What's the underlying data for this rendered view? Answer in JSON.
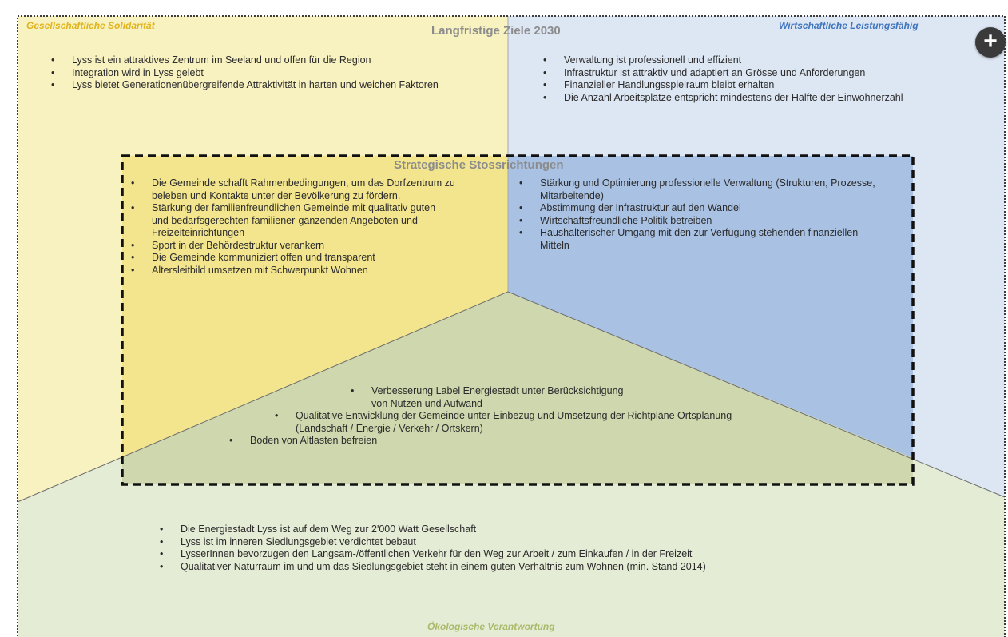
{
  "labels": {
    "social_title": "Gesellschaftliche Solidarität",
    "economic_title": "Wirtschaftliche Leistungsfähig",
    "ecological_title": "Ökologische Verantwortung",
    "main_title": "Langfristige Ziele 2030",
    "strategic_title": "Strategische Stossrichtungen"
  },
  "goals": {
    "social": [
      "Lyss ist ein attraktives Zentrum im Seeland und offen für die Region",
      "Integration wird in Lyss gelebt",
      "Lyss bietet Generationenübergreifende Attraktivität in harten und weichen Faktoren"
    ],
    "economic": [
      "Verwaltung ist professionell und effizient",
      "Infrastruktur ist attraktiv und adaptiert an Grösse und Anforderungen",
      "Finanzieller Handlungsspielraum bleibt erhalten",
      "Die Anzahl Arbeitsplätze entspricht mindestens der Hälfte der Einwohnerzahl"
    ],
    "ecological": [
      "Die Energiestadt Lyss ist auf dem Weg zur 2'000 Watt Gesellschaft",
      "Lyss ist im inneren Siedlungsgebiet verdichtet bebaut",
      "LysserInnen bevorzugen den Langsam-/öffentlichen Verkehr für den Weg zur Arbeit / zum Einkaufen / in der Freizeit",
      "Qualitativer Naturraum im und um das Siedlungsgebiet steht in einem guten Verhältnis zum Wohnen (min. Stand 2014)"
    ]
  },
  "strategies": {
    "social": [
      "Die Gemeinde schafft Rahmenbedingungen, um das Dorfzentrum zu beleben und Kontakte unter der Bevölkerung zu fördern.",
      "Stärkung der familienfreundlichen Gemeinde mit qualitativ guten und bedarfsgerechten familiener-gänzenden Angeboten und Freizeiteinrichtungen",
      "Sport in der Behördestruktur verankern",
      "Die Gemeinde kommuniziert offen und transparent",
      "Altersleitbild umsetzen mit Schwerpunkt Wohnen"
    ],
    "economic": [
      "Stärkung und Optimierung professionelle Verwaltung (Strukturen, Prozesse, Mitarbeitende)",
      "Abstimmung der Infrastruktur auf den Wandel",
      "Wirtschaftsfreundliche Politik betreiben",
      "Haushälterischer Umgang mit den zur Verfügung stehenden finanziellen Mitteln"
    ],
    "ecological": [
      "Verbesserung Label Energiestadt unter Berücksichtigung von Nutzen und Aufwand",
      "Qualitative Entwicklung der Gemeinde unter Einbezug und Umsetzung der Richtpläne Ortsplanung (Landschaft / Energie / Verkehr / Ortskern)",
      "Boden von Altlasten befreien"
    ]
  },
  "plus_symbol": "+",
  "colors": {
    "social_fill": "#f8f1c0",
    "economic_fill": "#dde6f3",
    "ecological_fill": "#e5ecd5",
    "social_strategy_fill": "#f3e58e",
    "economic_strategy_fill": "#a9c2e4",
    "ecological_strategy_fill": "#cfd7ae",
    "social_title_color": "#e0b41c",
    "economic_title_color": "#3f75bf",
    "ecological_title_color": "#aab96a"
  }
}
